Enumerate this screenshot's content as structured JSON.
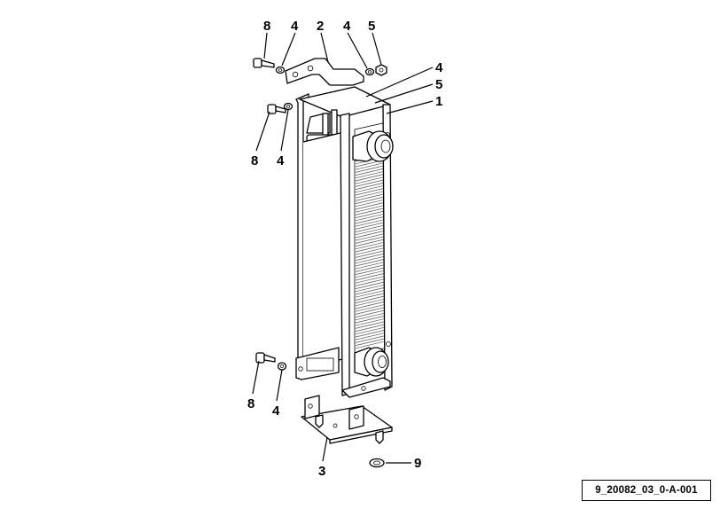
{
  "drawing_code": "9_20082_03_0-A-001",
  "callouts": {
    "c8_top": "8",
    "c4_top_left": "4",
    "c2": "2",
    "c4_top_right": "4",
    "c5_top": "5",
    "c4_right": "4",
    "c5_right": "5",
    "c1": "1",
    "c8_mid": "8",
    "c4_mid": "4",
    "c8_bottom": "8",
    "c4_bottom": "4",
    "c3": "3",
    "c9": "9"
  },
  "colors": {
    "line": "#000000",
    "fins": "#555555",
    "background": "#ffffff"
  }
}
